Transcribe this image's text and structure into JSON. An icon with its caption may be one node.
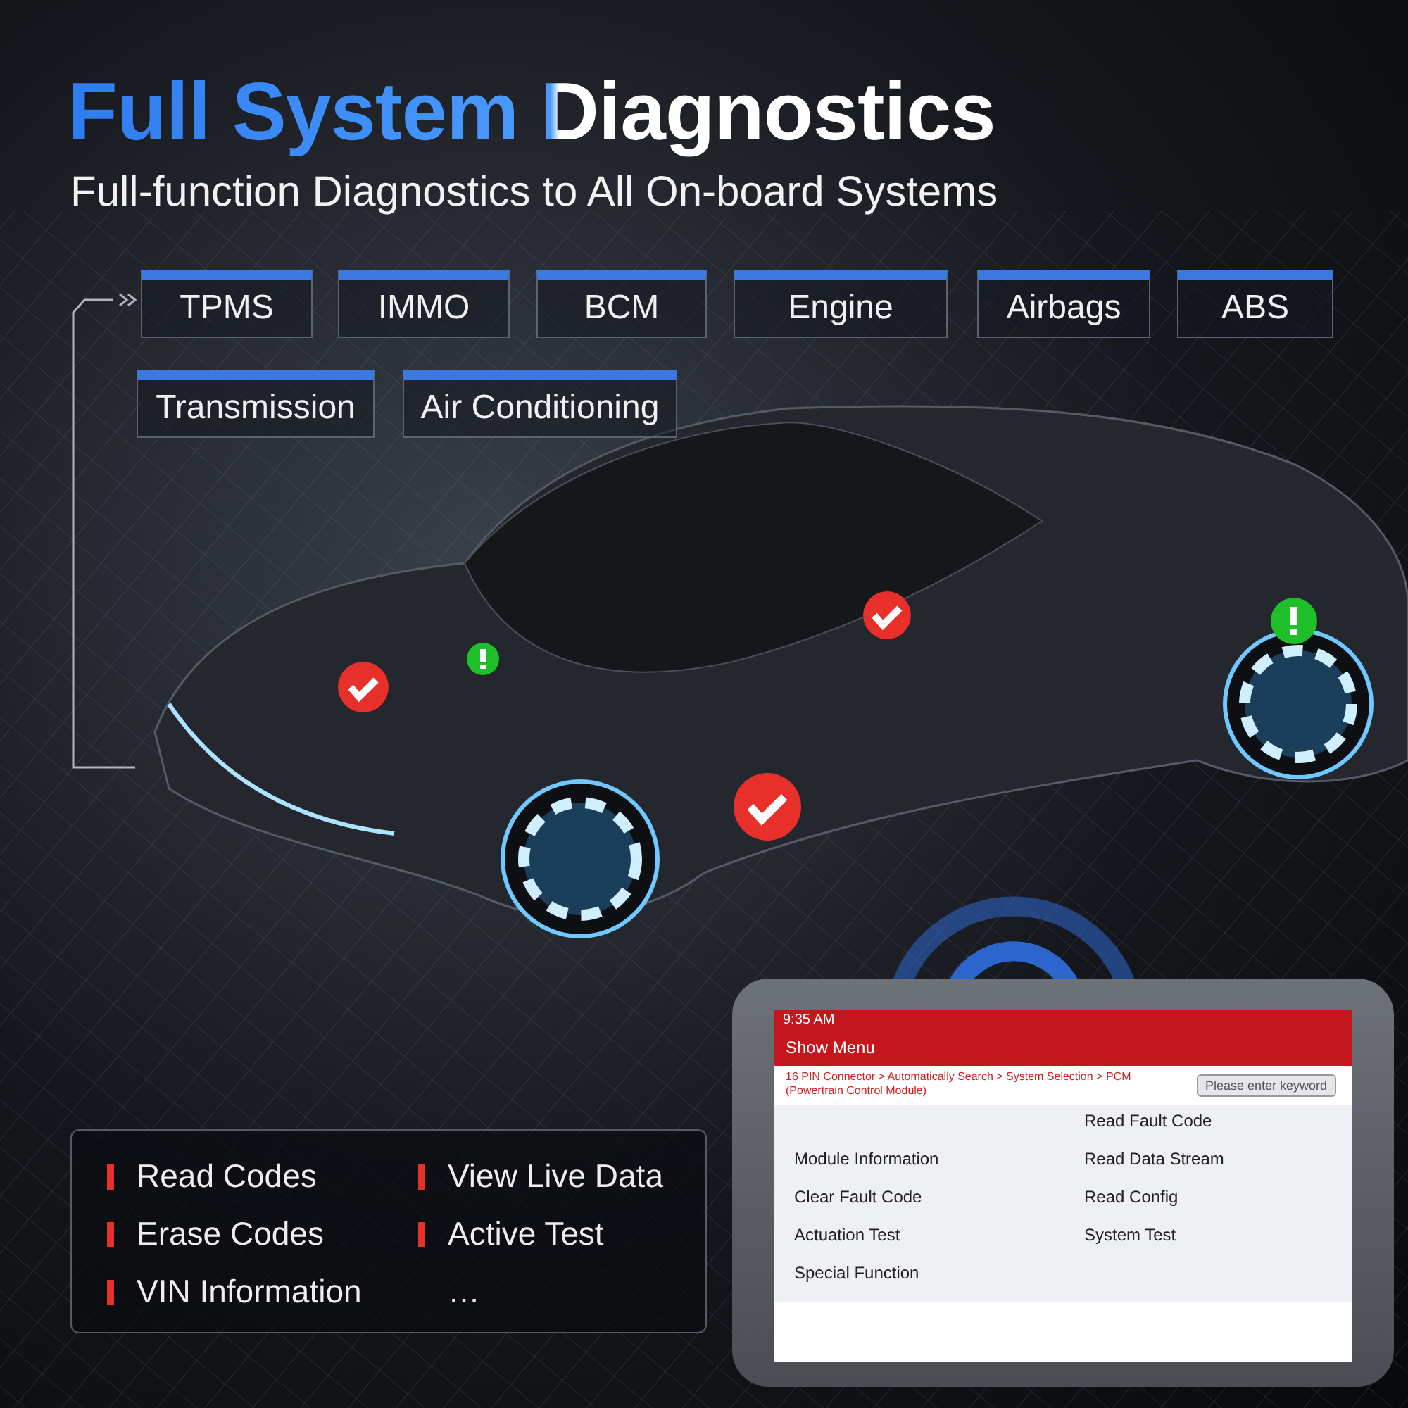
{
  "diagram": {
    "title": "Full System Diagnostics",
    "nodes": [
      {
        "text": [
          "TPMS"
        ]
      },
      {
        "text": [
          "IMMO"
        ]
      },
      {
        "text": [
          "BCM"
        ]
      },
      {
        "text": [
          "Engine"
        ]
      },
      {
        "text": [
          "Airbags"
        ]
      },
      {
        "text": [
          "ABS"
        ]
      },
      {
        "text": [
          "Transmission"
        ]
      },
      {
        "text": [
          "Air Conditioning"
        ]
      }
    ],
    "labels": [
      "Full-function Diagnostics to All On-board Systems",
      "Read Codes",
      "View Live Data",
      "Erase Codes",
      "Active Test",
      "VIN Information",
      "…",
      "9:35 AM",
      "Show Menu",
      "16 PIN Connector > Automatically Search > System Selection > PCM (Powertrain Control Module)",
      "Please enter keyword",
      "Read Fault Code",
      "Module Information",
      "Read Data Stream",
      "Clear Fault Code",
      "Read Config",
      "Actuation Test",
      "System Test",
      "Special Function"
    ]
  }
}
